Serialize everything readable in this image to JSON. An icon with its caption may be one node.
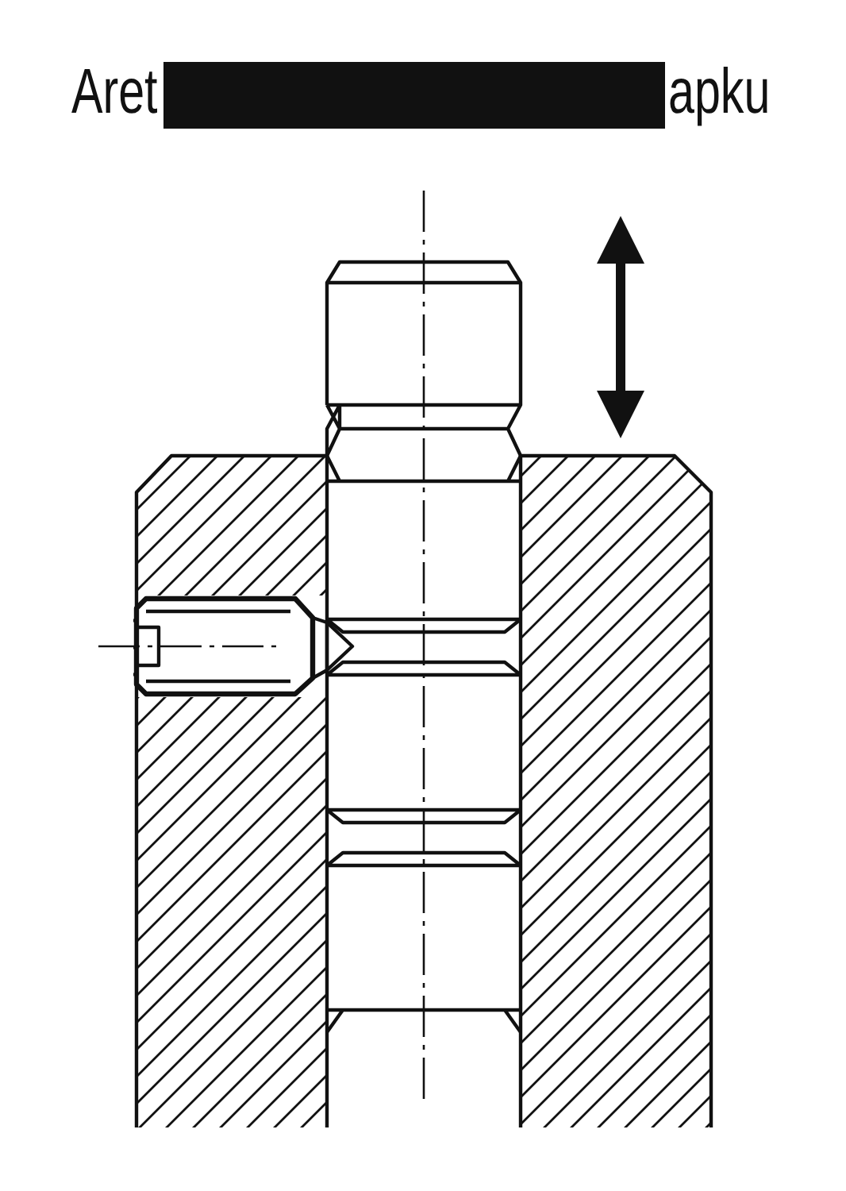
{
  "diagram": {
    "nodes": [
      {
        "text": [],
        "shape": "bar"
      }
    ],
    "labels": [
      "Aret",
      "apku"
    ]
  }
}
